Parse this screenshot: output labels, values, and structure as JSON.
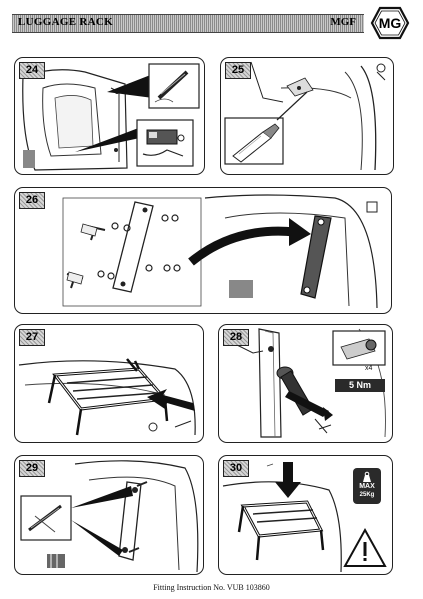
{
  "header": {
    "title": "LUGGAGE RACK",
    "model": "MGF",
    "logo_text": "MG"
  },
  "steps": [
    {
      "number": "24"
    },
    {
      "number": "25"
    },
    {
      "number": "26"
    },
    {
      "number": "27"
    },
    {
      "number": "28",
      "torque_label": "5 Nm",
      "quantity_label": "x4"
    },
    {
      "number": "29"
    },
    {
      "number": "30",
      "max_label": "MAX",
      "max_load_label": "25Kg"
    }
  ],
  "footer": {
    "text": "Fitting Instruction No. VUB 103860"
  }
}
